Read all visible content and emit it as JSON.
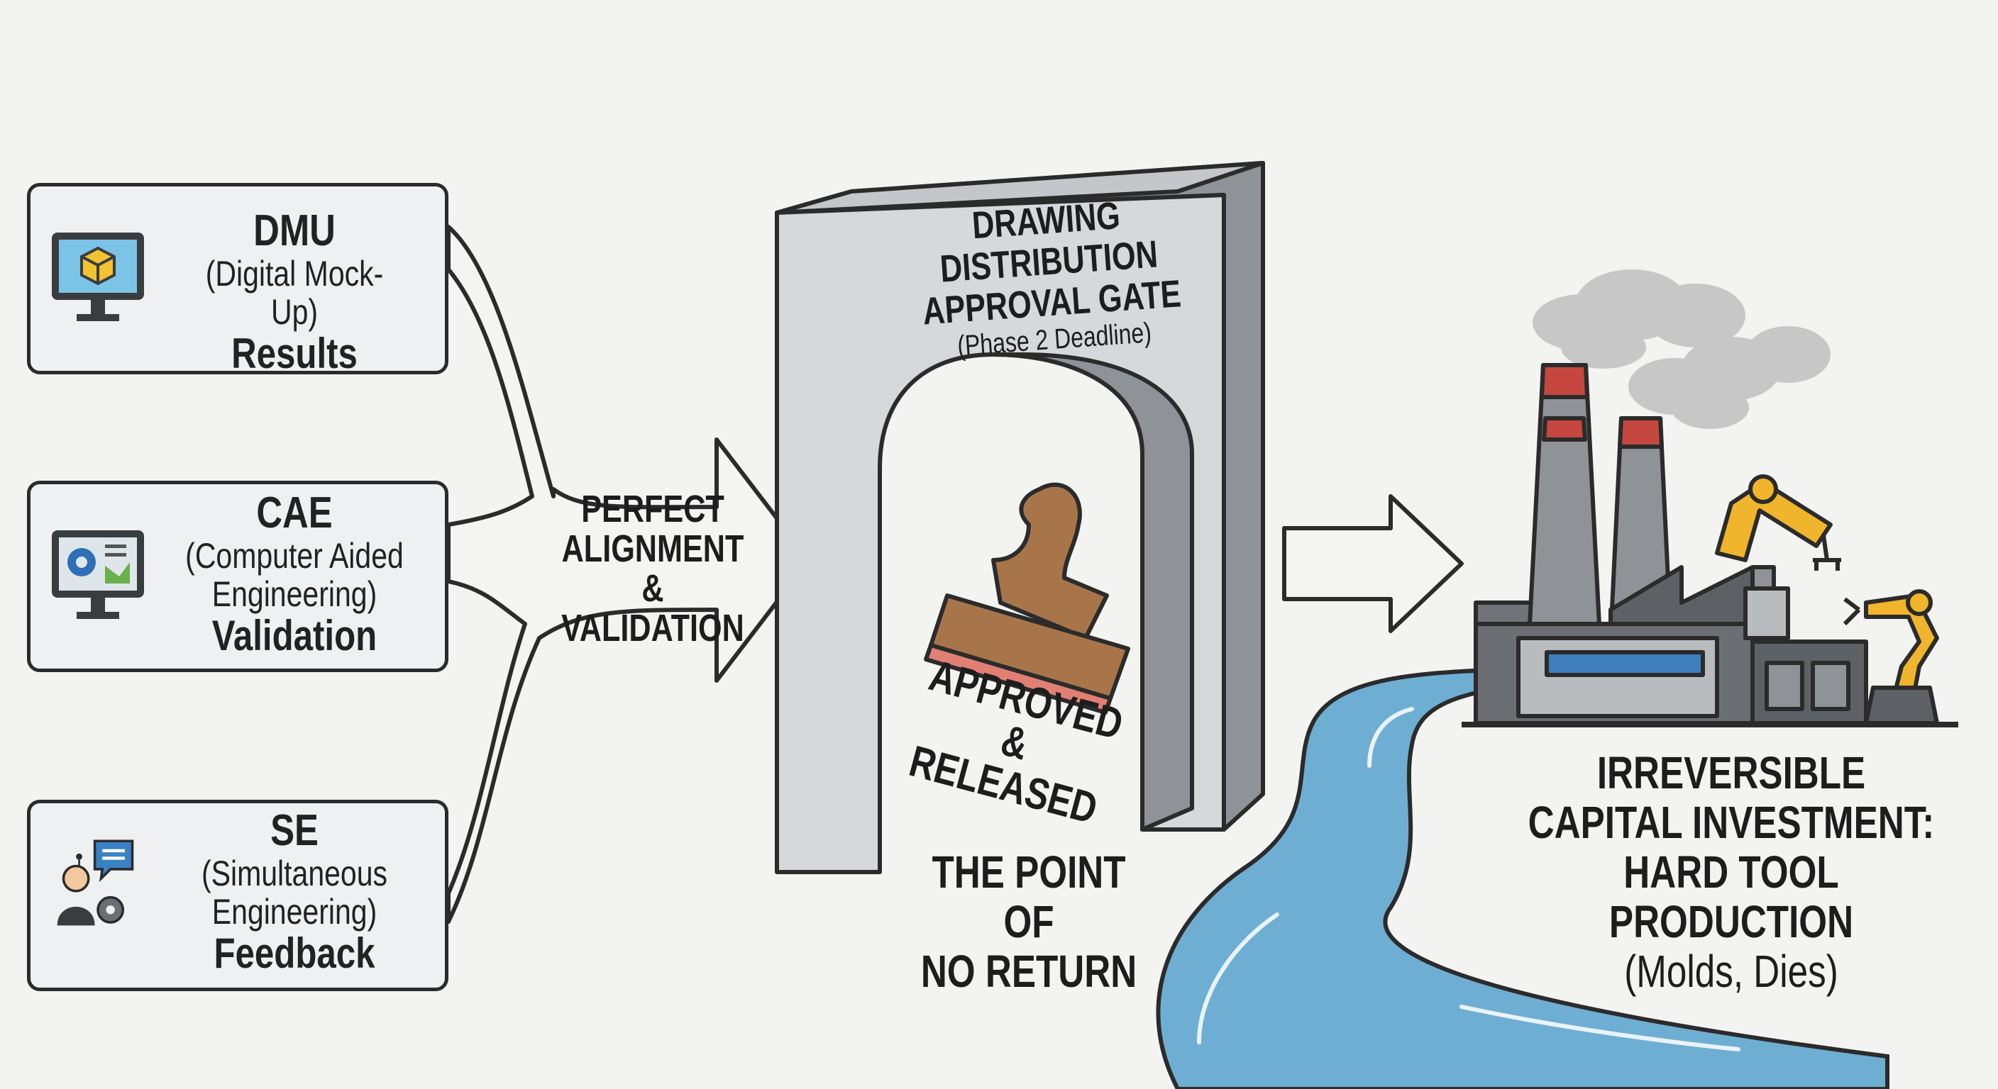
{
  "inputs": [
    {
      "title": "DMU",
      "subtitle": "(Digital Mock-Up)",
      "footer": "Results",
      "icon": "monitor-cube-icon"
    },
    {
      "title": "CAE",
      "subtitle_line1": "(Computer Aided",
      "subtitle_line2": "Engineering)",
      "footer": "Validation",
      "icon": "monitor-gear-chart-icon"
    },
    {
      "title": "SE",
      "subtitle_line1": "(Simultaneous",
      "subtitle_line2": "Engineering)",
      "footer": "Feedback",
      "icon": "person-chat-gear-icon"
    }
  ],
  "convergence": {
    "line1": "PERFECT",
    "line2": "ALIGNMENT &",
    "line3": "VALIDATION"
  },
  "gate": {
    "line1": "DRAWING DISTRIBUTION",
    "line2": "APPROVAL GATE",
    "line3": "(Phase 2 Deadline)",
    "stamp_line1": "APPROVED",
    "stamp_line2": "& RELEASED",
    "caption_line1": "THE POINT OF",
    "caption_line2": "NO RETURN"
  },
  "factory": {
    "line1": "IRREVERSIBLE",
    "line2": "CAPITAL INVESTMENT:",
    "line3": "HARD TOOL PRODUCTION",
    "line4": "(Molds, Dies)"
  },
  "colors": {
    "background": "#f3f3f2",
    "outline": "#2b2b2b",
    "gate_face": "#d6d8da",
    "gate_side": "#8f9296",
    "stamp_handle": "#a8754b",
    "stamp_pad": "#e17f74",
    "river": "#6faed3",
    "chimney_red": "#c6473f",
    "robot_arm": "#f0b42d",
    "factory_window": "#3f7fbd"
  }
}
